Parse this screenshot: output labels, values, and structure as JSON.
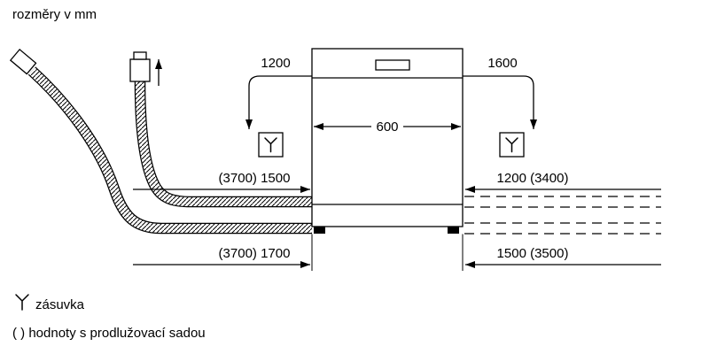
{
  "title": "rozměry v mm",
  "dimensions": {
    "cable_left": "1200",
    "cable_right": "1600",
    "appliance_width": "600",
    "hose_left_top": "(3700) 1500",
    "hose_right_top": "1200 (3400)",
    "hose_left_bottom": "(3700) 1700",
    "hose_right_bottom": "1500 (3500)"
  },
  "legend": {
    "socket_label": "zásuvka",
    "note": "( ) hodnoty s prodlužovací sadou"
  },
  "colors": {
    "line": "#000000",
    "background": "#ffffff"
  }
}
